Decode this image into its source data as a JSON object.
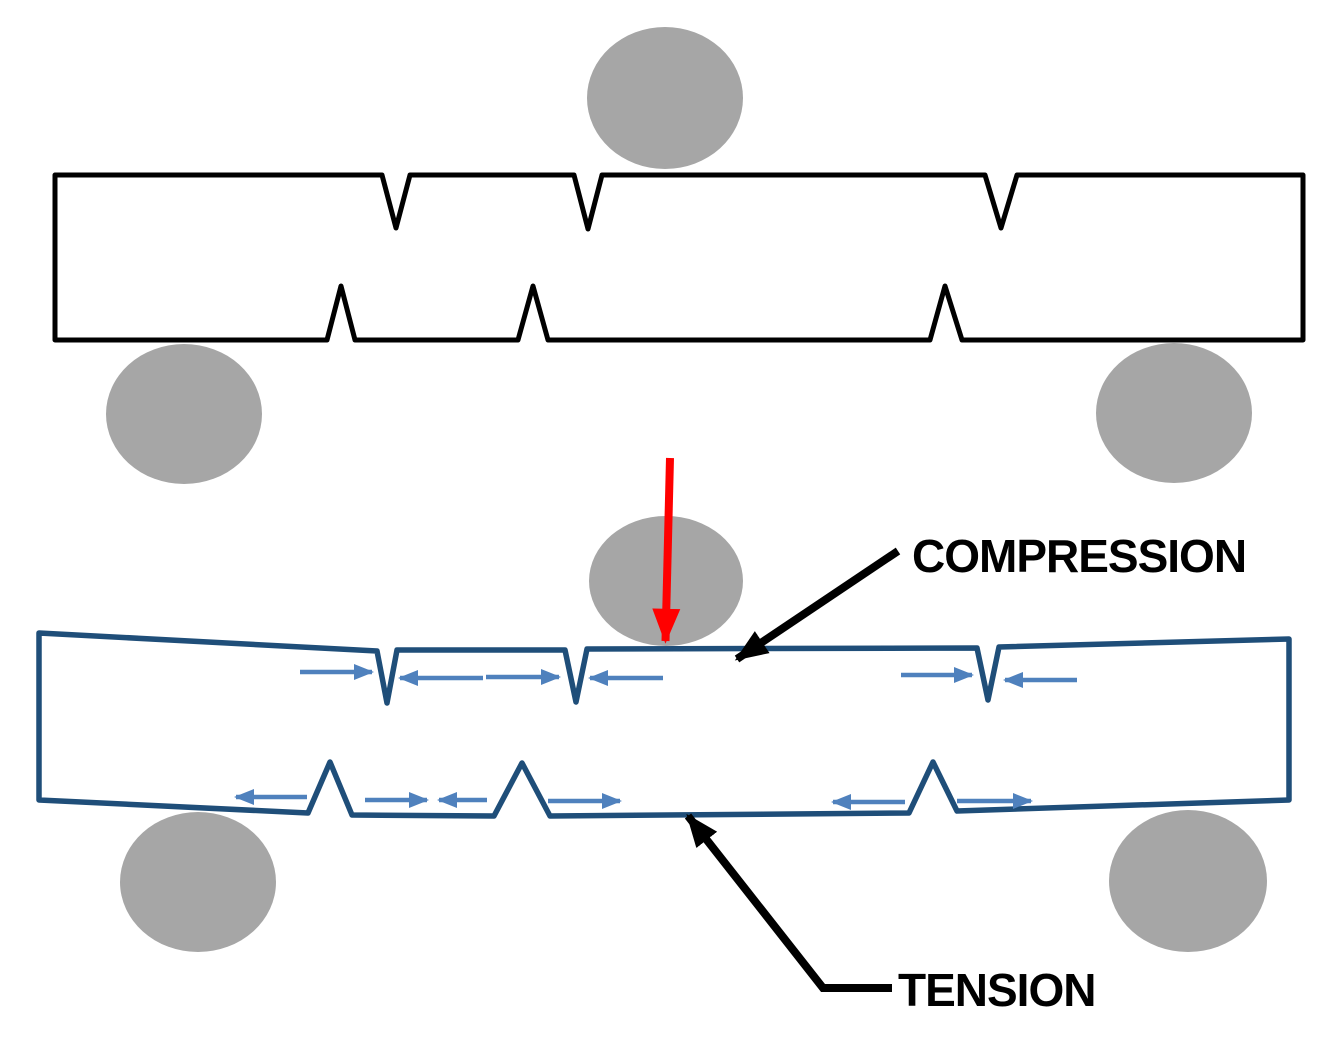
{
  "title": "Three-point bending of a notched beam: compression and tension zones",
  "labels": {
    "compression": "COMPRESSION",
    "tension": "TENSION"
  },
  "icons": {
    "applied_force": "red-down-arrow-icon",
    "rollers": "gray-roller-ellipse",
    "compression_arrows": "blue-arrows-pointing-into-top-notches",
    "tension_arrows": "blue-arrows-pointing-away-from-bottom-notches"
  },
  "colors": {
    "background": "#FFFFFF",
    "beam_black": "#000000",
    "beam_blue": "#1F4E79",
    "arrow_blue": "#4F81BD",
    "roller_gray": "#A6A6A6",
    "force_red": "#FF0000",
    "ink_black": "#000000"
  }
}
